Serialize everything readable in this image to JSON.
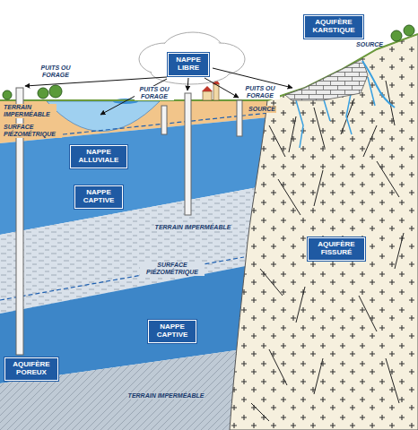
{
  "diagram": {
    "nodes": [
      {
        "text": [
          "NAPPE LIBRE"
        ]
      },
      {
        "text": [
          "AQUIFÈRE KARSTIQUE"
        ]
      },
      {
        "text": [
          "NAPPE ALLUVIALE"
        ]
      },
      {
        "text": [
          "NAPPE CAPTIVE"
        ]
      },
      {
        "text": [
          "AQUIFÈRE FISSURÉ"
        ]
      },
      {
        "text": [
          "NAPPE CAPTIVE"
        ]
      },
      {
        "text": [
          "AQUIFÈRE POREUX"
        ]
      }
    ],
    "labels": [
      "SOURCE",
      "PUITS OU FORAGE",
      "PUITS OU FORAGE",
      "PUITS OU FORAGE",
      "SOURCE",
      "TERRAIN IMPERMÉABLE",
      "SURFACE PIÉZOMÉTRIQUE",
      "TERRAIN IMPERMÉABLE",
      "SURFACE PIÉZOMÉTRIQUE",
      "TERRAIN IMPERMÉABLE"
    ]
  }
}
